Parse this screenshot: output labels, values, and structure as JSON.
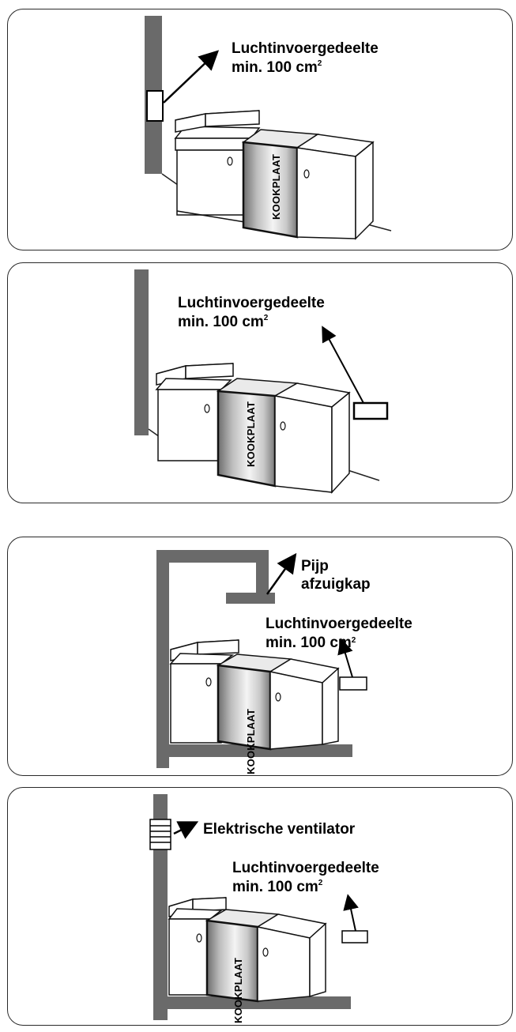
{
  "panels": [
    {
      "label_lines": [
        "Luchtinvoergedeelte",
        "min. 100 cm"
      ],
      "sup": "2",
      "cooktop": "KOOKPLAAT"
    },
    {
      "label_lines": [
        "Luchtinvoergedeelte",
        "min. 100 cm"
      ],
      "sup": "2",
      "cooktop": "KOOKPLAAT"
    },
    {
      "hood_lines": [
        "Pijp",
        "afzuigkap"
      ],
      "label_lines": [
        "Luchtinvoergedeelte",
        "min. 100 cm"
      ],
      "sup": "2",
      "cooktop": "KOOKPLAAT"
    },
    {
      "fan_label": "Elektrische ventilator",
      "label_lines": [
        "Luchtinvoergedeelte",
        "min. 100 cm"
      ],
      "sup": "2",
      "cooktop": "KOOKPLAAT"
    }
  ]
}
